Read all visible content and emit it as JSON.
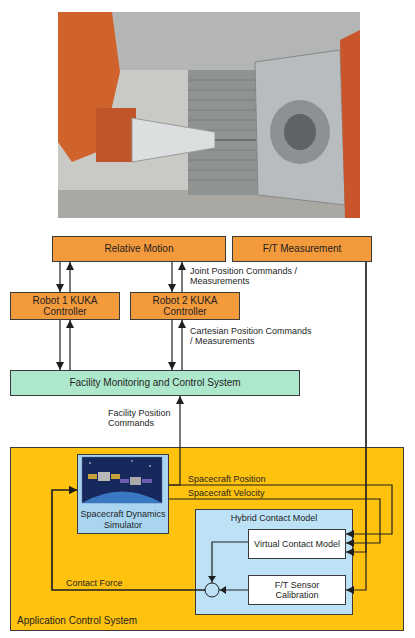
{
  "diagram": {
    "nodes": [
      {
        "text": [
          "Relative Motion"
        ]
      },
      {
        "text": [
          "F/T Measurement"
        ]
      },
      {
        "text": [
          "Robot 1 KUKA Controller"
        ]
      },
      {
        "text": [
          "Robot 2 KUKA Controller"
        ]
      },
      {
        "text": [
          "Facility Monitoring and Control System"
        ]
      },
      {
        "text": [
          "Application Control System"
        ]
      },
      {
        "text": [
          "Spacecraft Dynamics Simulator"
        ],
        "in": 5
      },
      {
        "text": [
          "Hybrid Contact Model"
        ],
        "in": 5
      },
      {
        "text": [
          "Virtual Contact Model"
        ],
        "in": 7
      },
      {
        "text": [
          "F/T Sensor Calibration"
        ],
        "in": 7
      }
    ],
    "edges": [
      {
        "from": 0,
        "to": 2,
        "arrow": "to"
      },
      {
        "from": 2,
        "to": 0,
        "arrow": "to"
      },
      {
        "from": 0,
        "to": 3,
        "arrow": "to"
      },
      {
        "from": 3,
        "to": 0,
        "arrow": "to"
      },
      {
        "from": 2,
        "to": 4,
        "arrow": "to"
      },
      {
        "from": 4,
        "to": 2,
        "arrow": "to"
      },
      {
        "from": 3,
        "to": 4,
        "arrow": "to"
      },
      {
        "from": 4,
        "to": 3,
        "arrow": "to"
      },
      {
        "from": 6,
        "to": 4,
        "label": "Facility Position Commands",
        "arrow": "to"
      },
      {
        "from": 1,
        "to": 8,
        "arrow": "to"
      },
      {
        "from": 1,
        "to": 9,
        "arrow": "to"
      },
      {
        "from": 6,
        "to": 8,
        "label": "Spacecraft Position",
        "arrow": "to"
      },
      {
        "from": 6,
        "to": 8,
        "label": "Spacecraft Velocity",
        "arrow": "to"
      },
      {
        "from": 8,
        "to": 6,
        "arrow": "to"
      },
      {
        "from": 9,
        "to": 6,
        "arrow": "to"
      }
    ],
    "labels": [
      "Joint Position Commands / Measurements",
      "Cartesian Position Commands / Measurements",
      "Contact Force"
    ]
  }
}
